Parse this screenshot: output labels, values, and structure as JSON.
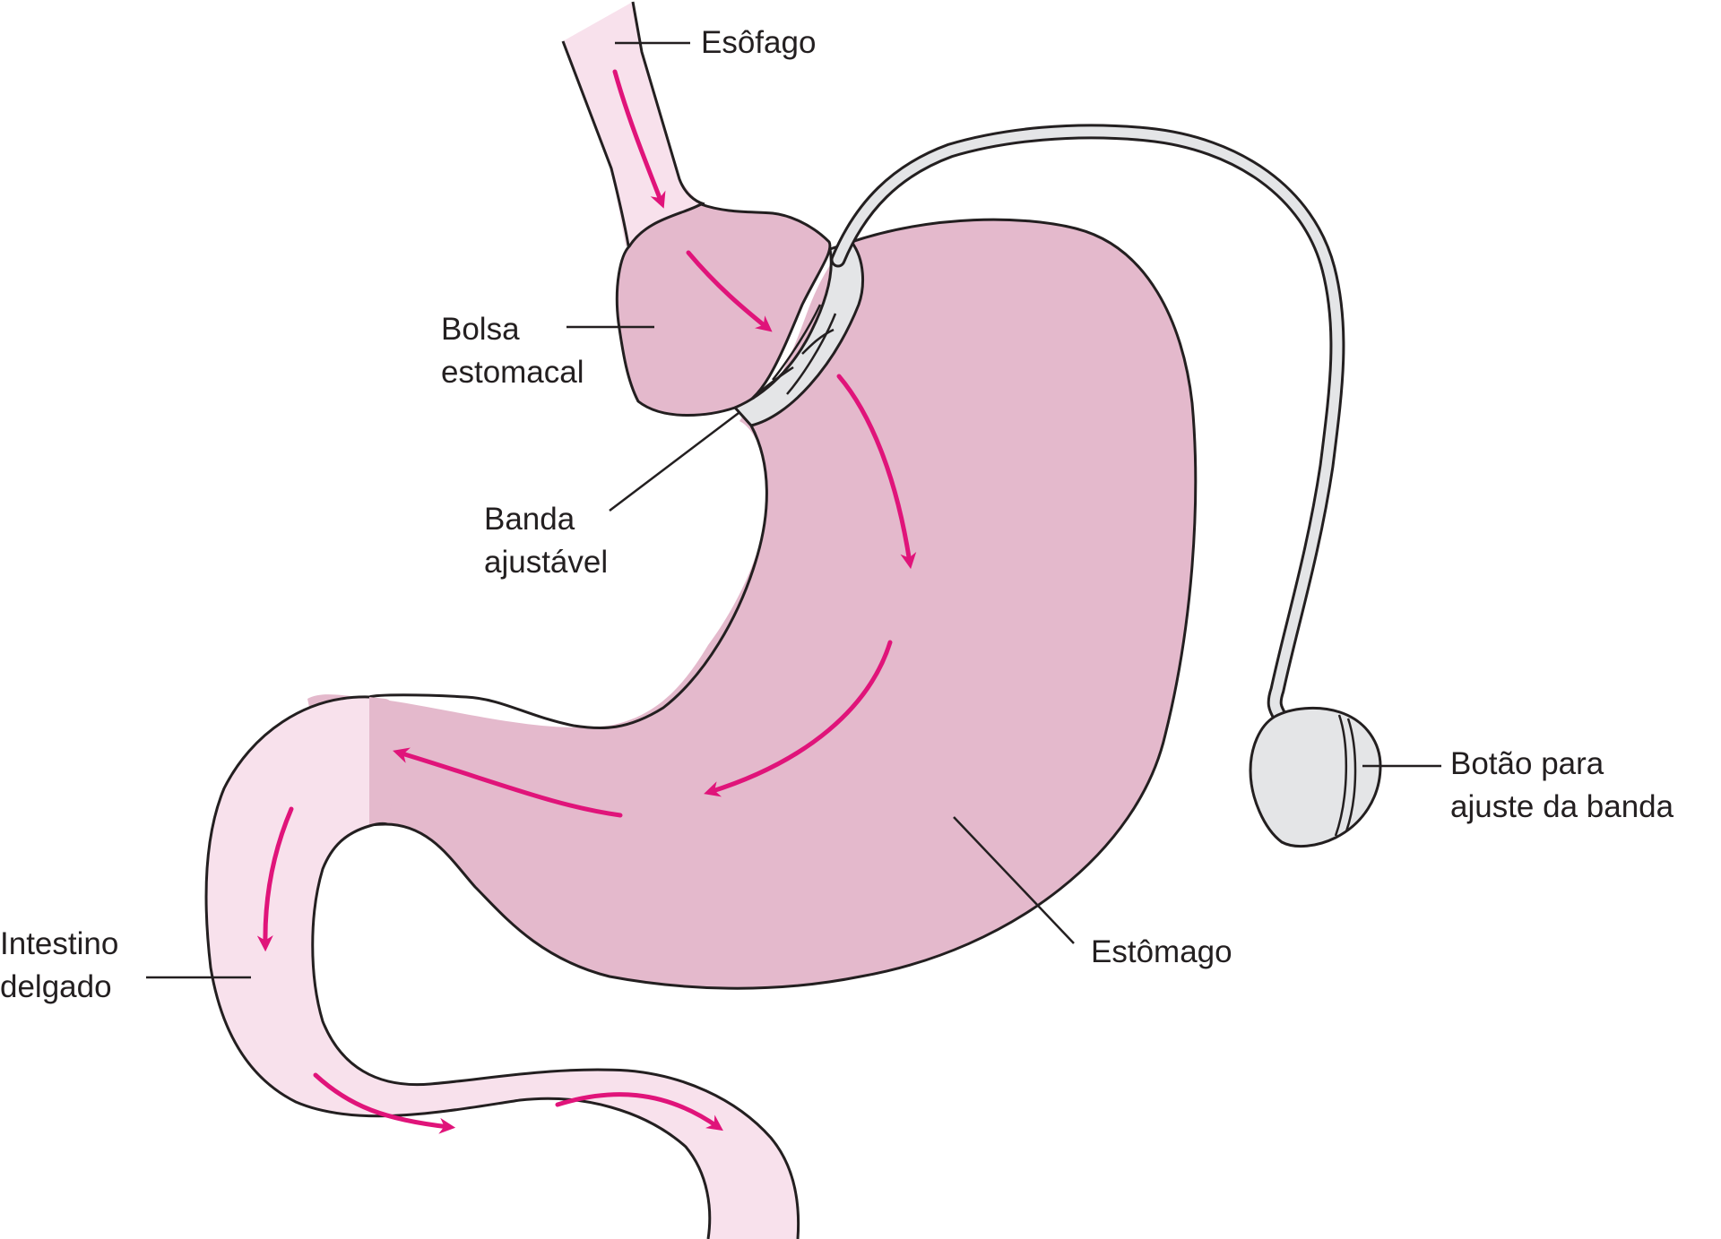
{
  "labels": {
    "esofago": "Esôfago",
    "bolsa": [
      "Bolsa",
      "estomacal"
    ],
    "banda": [
      "Banda",
      "ajustável"
    ],
    "botao": [
      "Botão para",
      "ajuste da banda"
    ],
    "intestino": [
      "Intestino",
      "delgado"
    ],
    "estomago": "Estômago"
  },
  "colors": {
    "outline": "#231f20",
    "stomach_fill": "#e4b9cc",
    "intestine_fill": "#f8e1ec",
    "arrow": "#e0147a",
    "device_fill": "#e4e5e7"
  }
}
